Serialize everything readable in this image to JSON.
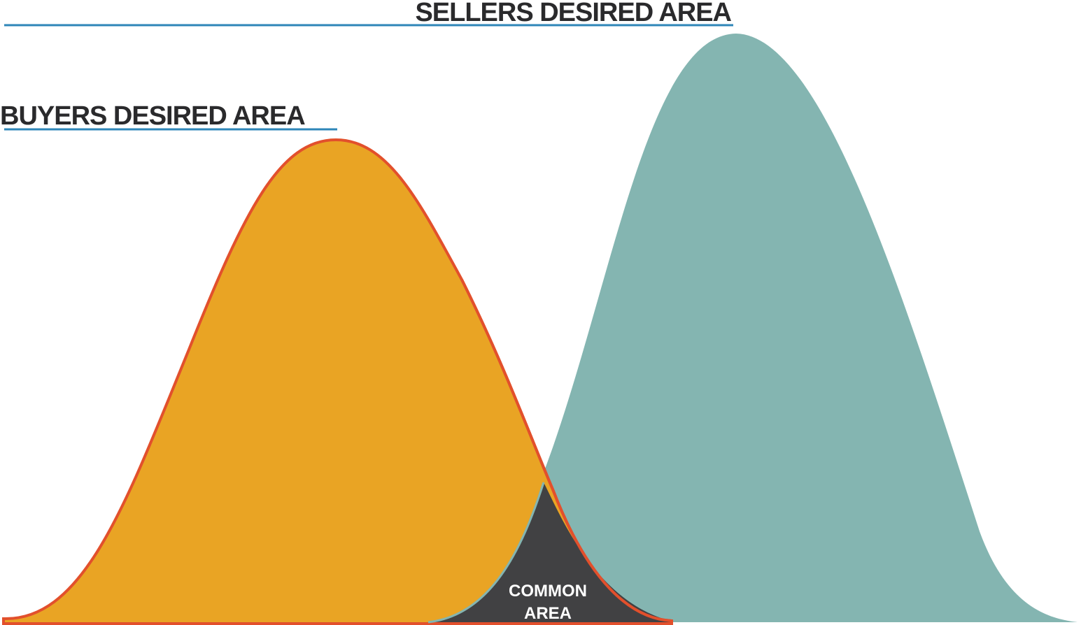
{
  "diagram": {
    "labels": {
      "sellers": "SELLERS DESIRED AREA",
      "buyers": "BUYERS DESIRED AREA",
      "common_line1": "COMMON",
      "common_line2": "AREA"
    },
    "colors": {
      "background": "#ffffff",
      "buyers_fill": "#E9A424",
      "buyers_outline": "#E2502C",
      "sellers_fill": "#84B5B1",
      "common_fill": "#414143",
      "title_text": "#2A2A2C",
      "underline": "#2E86B8",
      "common_text": "#ffffff"
    }
  }
}
